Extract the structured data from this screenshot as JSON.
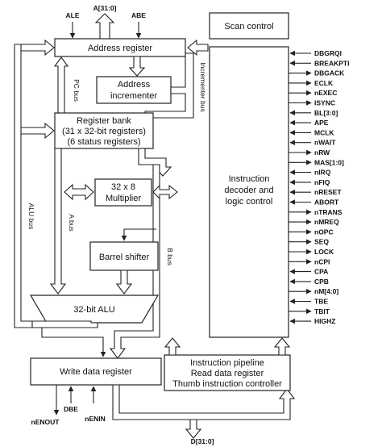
{
  "top_labels": {
    "ale": "ALE",
    "a_bus": "A[31:0]",
    "abe": "ABE"
  },
  "blocks": {
    "address_register": "Address register",
    "address_incrementer": [
      "Address",
      "incrementer"
    ],
    "register_bank": [
      "Register bank",
      "(31 x 32-bit registers)",
      "(6 status registers)"
    ],
    "multiplier": [
      "32 x 8",
      "Multiplier"
    ],
    "barrel_shifter": "Barrel shifter",
    "alu": "32-bit ALU",
    "write_data_register": "Write data register",
    "instruction_pipeline": [
      "Instruction pipeline",
      "Read data register",
      "Thumb instruction controller"
    ],
    "scan_control": "Scan control",
    "instruction_decoder": [
      "Instruction",
      "decoder and",
      "logic control"
    ]
  },
  "bus_labels": {
    "pc_bus": "PC bus",
    "incrementer_bus": "Incrementer bus",
    "alu_bus": "ALU bus",
    "a_bus": "A bus",
    "b_bus": "B bus"
  },
  "control_signals": [
    "DBGRQI",
    "BREAKPTI",
    "DBGACK",
    "ECLK",
    "nEXEC",
    "ISYNC",
    "BL[3:0]",
    "APE",
    "MCLK",
    "nWAIT",
    "nRW",
    "MAS[1:0]",
    "nIRQ",
    "nFIQ",
    "nRESET",
    "ABORT",
    "nTRANS",
    "nMREQ",
    "nOPC",
    "SEQ",
    "LOCK",
    "nCPI",
    "CPA",
    "CPB",
    "nM[4:0]",
    "TBE",
    "TBIT",
    "HIGHZ"
  ],
  "bottom_labels": {
    "nenout": "nENOUT",
    "dbe": "DBE",
    "nenin": "nENIN",
    "d_bus": "D[31:0]"
  }
}
